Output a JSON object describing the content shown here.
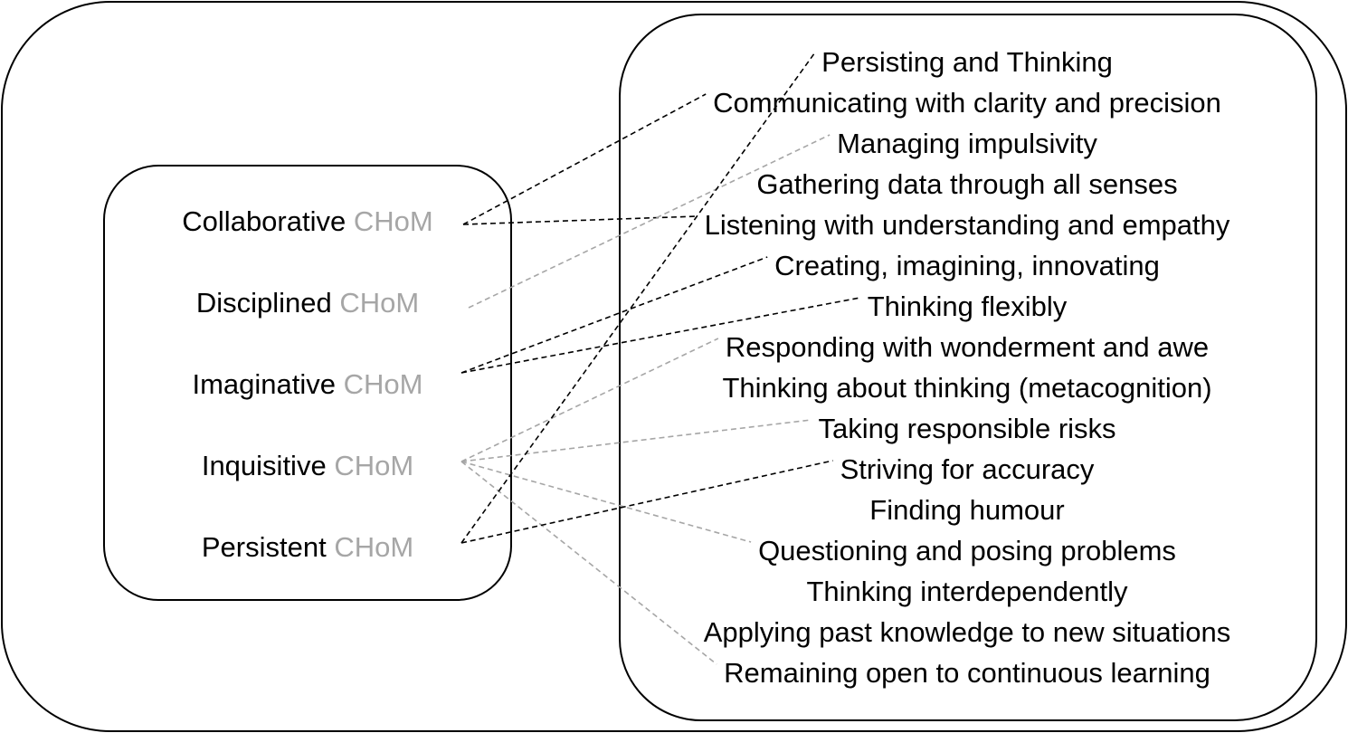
{
  "colors": {
    "dark_line": "#000000",
    "light_line": "#a6a6a6",
    "chom_text": "#a6a6a6"
  },
  "categories": [
    {
      "id": "collaborative",
      "name": "Collaborative",
      "suffix": "CHoM"
    },
    {
      "id": "disciplined",
      "name": "Disciplined",
      "suffix": "CHoM"
    },
    {
      "id": "imaginative",
      "name": "Imaginative",
      "suffix": "CHoM"
    },
    {
      "id": "inquisitive",
      "name": "Inquisitive",
      "suffix": "CHoM"
    },
    {
      "id": "persistent",
      "name": "Persistent",
      "suffix": "CHoM"
    }
  ],
  "habits": [
    "Persisting and Thinking",
    "Communicating with clarity and precision",
    "Managing impulsivity",
    "Gathering data through all senses",
    "Listening with understanding and empathy",
    "Creating, imagining, innovating",
    "Thinking flexibly",
    "Responding with wonderment and awe",
    "Thinking about thinking (metacognition)",
    "Taking responsible risks",
    "Striving for accuracy",
    "Finding humour",
    "Questioning and posing problems",
    "Thinking interdependently",
    "Applying past knowledge to new situations",
    "Remaining open to continuous learning"
  ],
  "links": [
    {
      "from": "collaborative",
      "to": 1,
      "style": "dark"
    },
    {
      "from": "collaborative",
      "to": 4,
      "style": "dark"
    },
    {
      "from": "disciplined",
      "to": 2,
      "style": "light"
    },
    {
      "from": "imaginative",
      "to": 5,
      "style": "dark"
    },
    {
      "from": "imaginative",
      "to": 6,
      "style": "dark"
    },
    {
      "from": "inquisitive",
      "to": 7,
      "style": "light"
    },
    {
      "from": "inquisitive",
      "to": 9,
      "style": "light"
    },
    {
      "from": "inquisitive",
      "to": 12,
      "style": "light"
    },
    {
      "from": "inquisitive",
      "to": 15,
      "style": "light"
    },
    {
      "from": "persistent",
      "to": 0,
      "style": "dark"
    },
    {
      "from": "persistent",
      "to": 10,
      "style": "dark"
    }
  ]
}
